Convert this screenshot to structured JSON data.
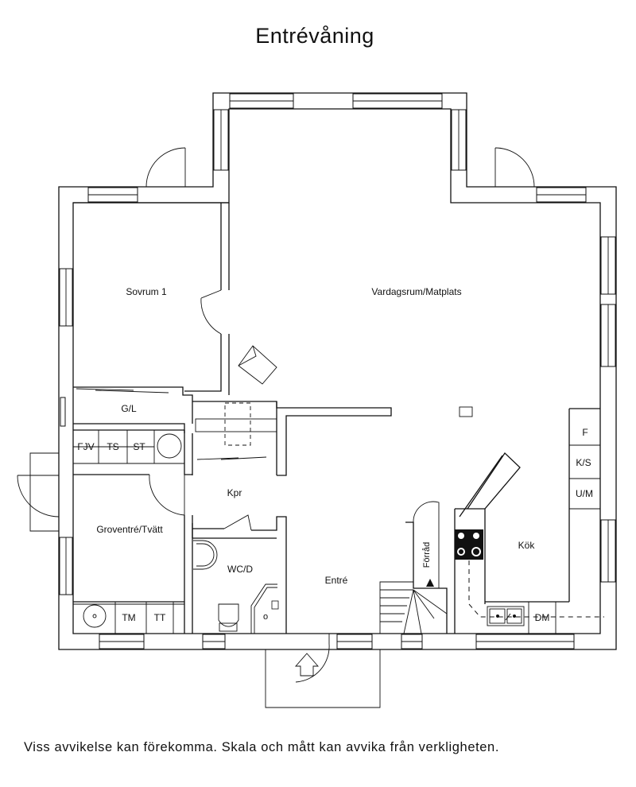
{
  "title": "Entrévåning",
  "disclaimer": "Viss avvikelse kan förekomma. Skala och mått kan avvika från verkligheten.",
  "rooms": {
    "sovrum": "Sovrum  1",
    "vardagsrum": "Vardagsrum/Matplats",
    "gl": "G/L",
    "kpr": "Kpr",
    "groventre": "Groventré/Tvätt",
    "wcd": "WC/D",
    "entre": "Entré",
    "forrad": "Förråd",
    "kok": "Kök"
  },
  "fixtures": {
    "fjv": "FJV",
    "ts": "TS",
    "st": "ST",
    "tm": "TM",
    "tt": "TT",
    "f": "F",
    "ks": "K/S",
    "um": "U/M",
    "dm": "DM",
    "shower_mark": "o"
  }
}
